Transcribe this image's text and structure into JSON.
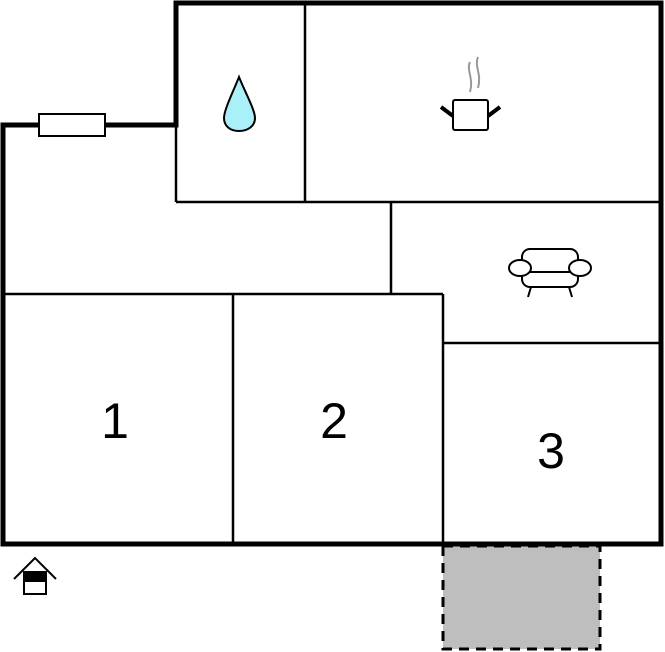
{
  "floorplan": {
    "rooms": [
      {
        "label": "1"
      },
      {
        "label": "2"
      },
      {
        "label": "3"
      }
    ],
    "icons": {
      "bathroom": "water-drop-icon",
      "kitchen": "cooking-pot-icon",
      "living": "sofa-icon",
      "entrance": "entrance-icon",
      "window": "window-icon"
    },
    "colors": {
      "wall": "#000000",
      "water": "#aaf0f8",
      "terrace": "#bebebe",
      "steam": "#999999"
    }
  }
}
